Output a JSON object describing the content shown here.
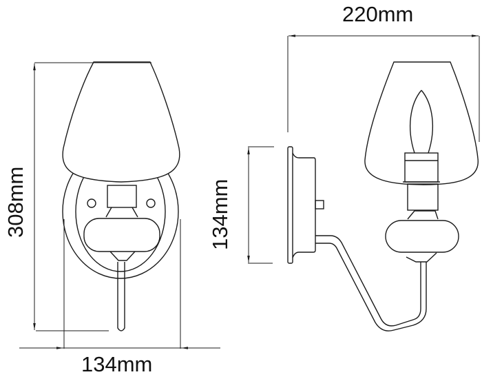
{
  "drawing": {
    "title": "Wall light dimension drawing",
    "views": [
      "front-view",
      "side-view"
    ],
    "line_color": "#1a1a1a",
    "background": "#ffffff"
  },
  "dimensions": {
    "front_height": "308mm",
    "front_width": "134mm",
    "side_projection": "220mm",
    "backplate_height": "134mm"
  }
}
